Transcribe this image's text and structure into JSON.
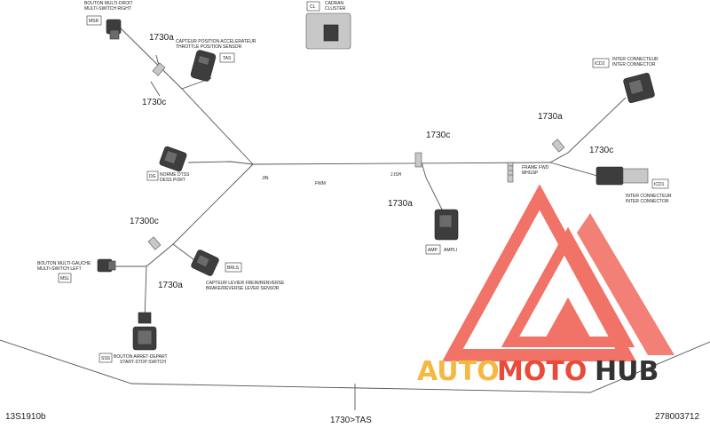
{
  "components": {
    "msr": {
      "tag": "MSR",
      "label_fr": "BOUTON MULTI-DROIT",
      "label_en": "MULTI-SWITCH RIGHT"
    },
    "tps": {
      "tag": "TAS",
      "label_fr": "CAPTEUR POSITION ACCELERATEUR",
      "label_en": "THROTTLE POSITION SENSOR"
    },
    "clu": {
      "tag": "CL",
      "label_fr": "CADRAN",
      "label_en": "CLUSTER"
    },
    "ic2": {
      "tag": "ICD2",
      "label_fr": "INTER CONNECTEUR",
      "label_en": "INTER CONNECTOR"
    },
    "ic1": {
      "tag": "ICD1",
      "label_fr": "INTER CONNECTEUR",
      "label_en": "INTER CONNECTOR"
    },
    "dg": {
      "tag": "DG",
      "label_fr": "NORME DTSS",
      "label_en": "DESS PORT"
    },
    "msl": {
      "tag": "MSL",
      "label_fr": "BOUTON MULTI-GAUCHE",
      "label_en": "MULTI-SWITCH LEFT"
    },
    "bls": {
      "tag": "BRLS",
      "label_fr": "CAPTEUR LEVIER FREIN/RENVERSE",
      "label_en": "BRAKE/REVERSE LEVER SENSOR"
    },
    "sss": {
      "tag": "SSS",
      "label_fr": "BOUTON ARRET-DEPART",
      "label_en": "START-STOP SWITCH"
    },
    "amp": {
      "tag": "AMP",
      "label": "AMPLI"
    }
  },
  "callouts": {
    "a_top": "1730a",
    "c_top": "1730c",
    "c_mid": "1730c",
    "a_mid": "1730a",
    "a_right": "1730a",
    "c_right": "1730c",
    "c_left": "17300c",
    "a_left": "1730a"
  },
  "wire_tags": {
    "t1": "JIN",
    "t2": "FWM",
    "t3": "J.ISH",
    "t4": "FRAME FWD",
    "t5": "MHGSP"
  },
  "footer": {
    "left_code": "13S1910b",
    "center_label": "1730>TAS",
    "right_code": "278003712"
  },
  "watermark": {
    "part1": "AUTO",
    "part2": "MOTO",
    "part3": "HUB",
    "color_auto": "#f5b942",
    "color_moto": "#e84b3a",
    "color_hub": "#333333",
    "triangle_color": "#ef5a4c"
  }
}
